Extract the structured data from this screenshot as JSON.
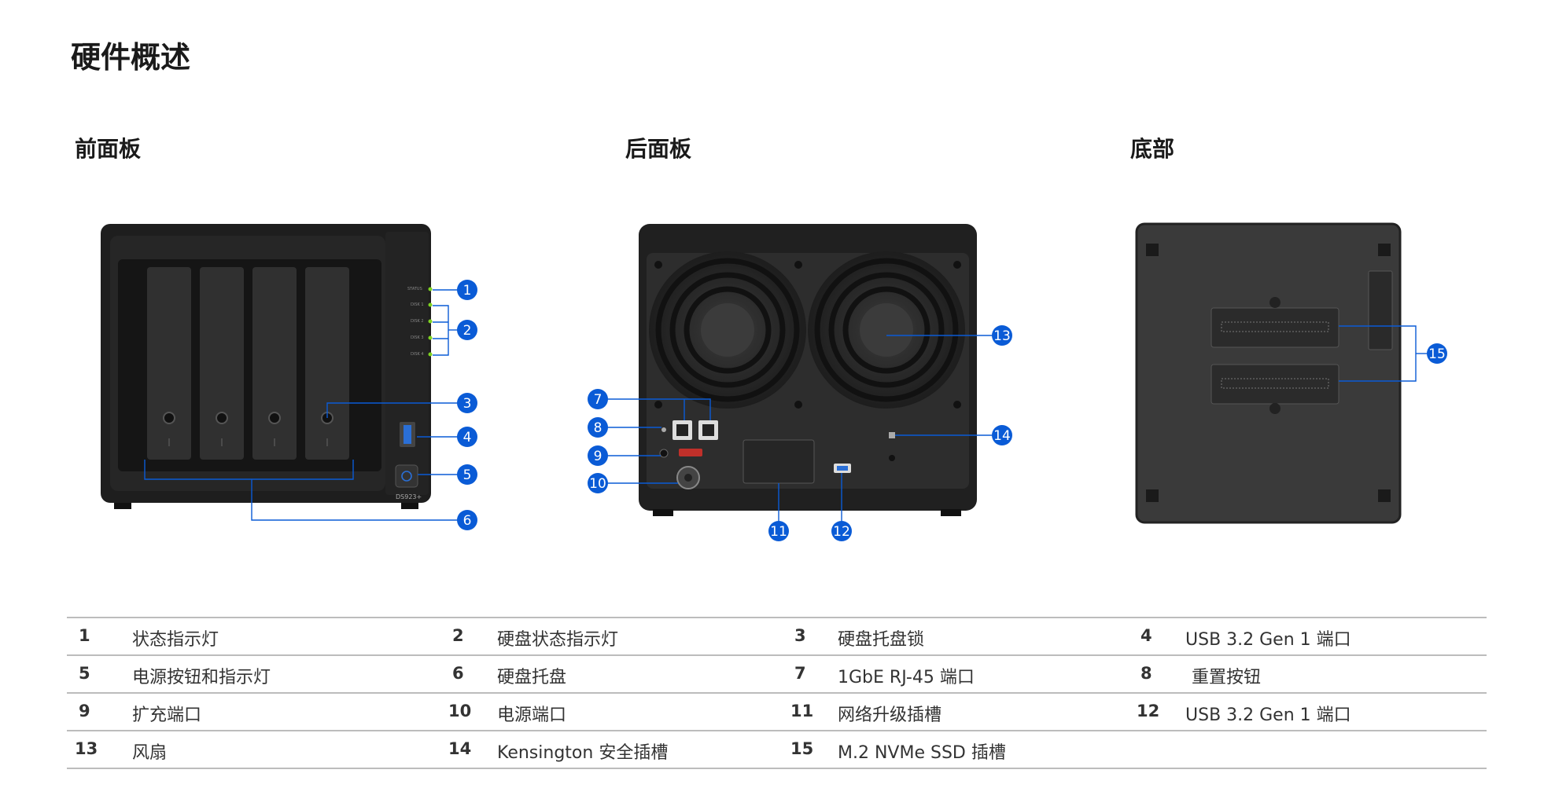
{
  "title": "硬件概述",
  "sections": {
    "front": "前面板",
    "rear": "后面板",
    "bottom": "底部"
  },
  "device_labels": {
    "status": "STATUS",
    "disk1": "DISK 1",
    "disk2": "DISK 2",
    "disk3": "DISK 3",
    "disk4": "DISK 4",
    "model": "DS923+"
  },
  "callouts": [
    "1",
    "2",
    "3",
    "4",
    "5",
    "6",
    "7",
    "8",
    "9",
    "10",
    "11",
    "12",
    "13",
    "14",
    "15"
  ],
  "colors": {
    "accent": "#0a5bd6",
    "device": "#2a2a2a",
    "led": "#7ed321"
  },
  "components": [
    {
      "num": "1",
      "name": "状态指示灯"
    },
    {
      "num": "2",
      "name": "硬盘状态指示灯"
    },
    {
      "num": "3",
      "name": "硬盘托盘锁"
    },
    {
      "num": "4",
      "name": "USB 3.2 Gen 1 端口"
    },
    {
      "num": "5",
      "name": "电源按钮和指示灯"
    },
    {
      "num": "6",
      "name": "硬盘托盘"
    },
    {
      "num": "7",
      "name": "1GbE RJ-45 端口"
    },
    {
      "num": "8",
      "name": "重置按钮"
    },
    {
      "num": "9",
      "name": "扩充端口"
    },
    {
      "num": "10",
      "name": "电源端口"
    },
    {
      "num": "11",
      "name": "网络升级插槽"
    },
    {
      "num": "12",
      "name": "USB 3.2 Gen 1 端口"
    },
    {
      "num": "13",
      "name": "风扇"
    },
    {
      "num": "14",
      "name": "Kensington 安全插槽"
    },
    {
      "num": "15",
      "name": "M.2 NVMe SSD 插槽"
    }
  ]
}
